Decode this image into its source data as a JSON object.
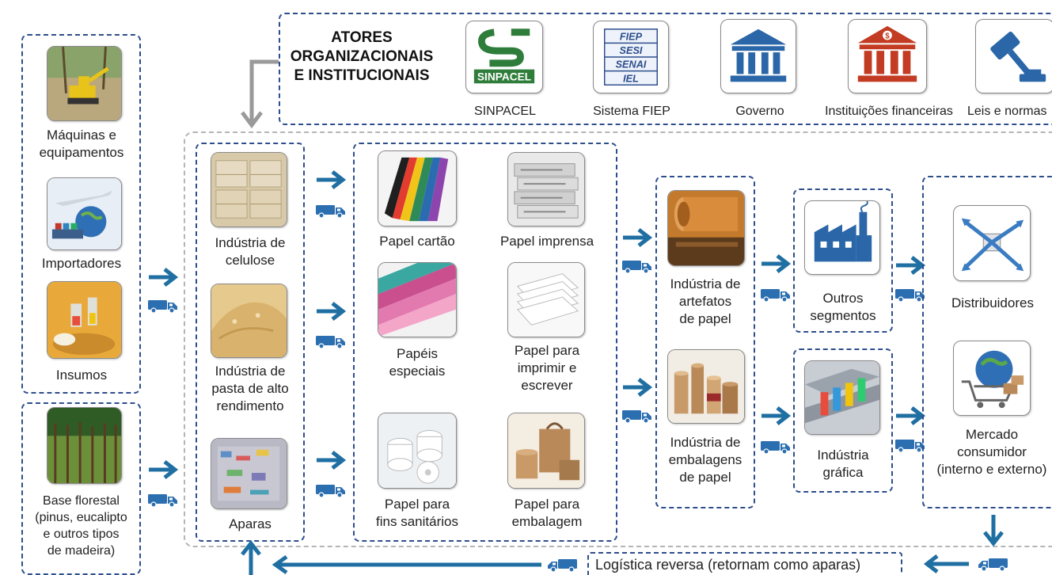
{
  "header": {
    "title_lines": [
      "ATORES",
      "ORGANIZACIONAIS",
      "E INSTITUCIONAIS"
    ],
    "actors": [
      {
        "label": "SINPACEL",
        "icon": "sinpacel-logo"
      },
      {
        "label": "Sistema FIEP",
        "icon": "fiep-logo",
        "logo_lines": [
          "FIEP",
          "SESI",
          "SENAI",
          "IEL"
        ]
      },
      {
        "label": "Governo",
        "icon": "government-building-icon"
      },
      {
        "label": "Instituições financeiras",
        "icon": "bank-icon"
      },
      {
        "label": "Leis e normas",
        "icon": "gavel-icon"
      }
    ],
    "sinpacel_logo_text": "SINPACEL"
  },
  "suppliers": {
    "machines": "Máquinas e equipamentos",
    "importers": "Importadores",
    "inputs": "Insumos",
    "forest": [
      "Base florestal",
      "(pinus, eucalipto",
      "e outros tipos",
      "de madeira)"
    ]
  },
  "pulp": {
    "cellulose": [
      "Indústria de",
      "celulose"
    ],
    "high_yield": [
      "Indústria de",
      "pasta de alto",
      "rendimento"
    ],
    "scraps": "Aparas"
  },
  "paper": {
    "cardboard": "Papel cartão",
    "newsprint": "Papel imprensa",
    "special": [
      "Papéis",
      "especiais"
    ],
    "writing": [
      "Papel para",
      "imprimir e",
      "escrever"
    ],
    "sanitary": [
      "Papel para",
      "fins sanitários"
    ],
    "packaging": [
      "Papel para",
      "embalagem"
    ]
  },
  "converters": {
    "artifacts": [
      "Indústria de",
      "artefatos",
      "de papel"
    ],
    "packaging": [
      "Indústria de",
      "embalagens",
      "de papel"
    ]
  },
  "segments": {
    "others": [
      "Outros",
      "segmentos"
    ],
    "graphic": [
      "Indústria",
      "gráfica"
    ]
  },
  "market": {
    "distributors": "Distribuidores",
    "consumer": [
      "Mercado",
      "consumidor",
      "(interno e externo)"
    ]
  },
  "reverse_logistics": "Logística reversa (retornam como aparas)",
  "colors": {
    "arrow": "#1f6fa3",
    "border": "#2d4e8c",
    "gray_border": "#b5b5b5",
    "truck": "#2c6fb0"
  }
}
